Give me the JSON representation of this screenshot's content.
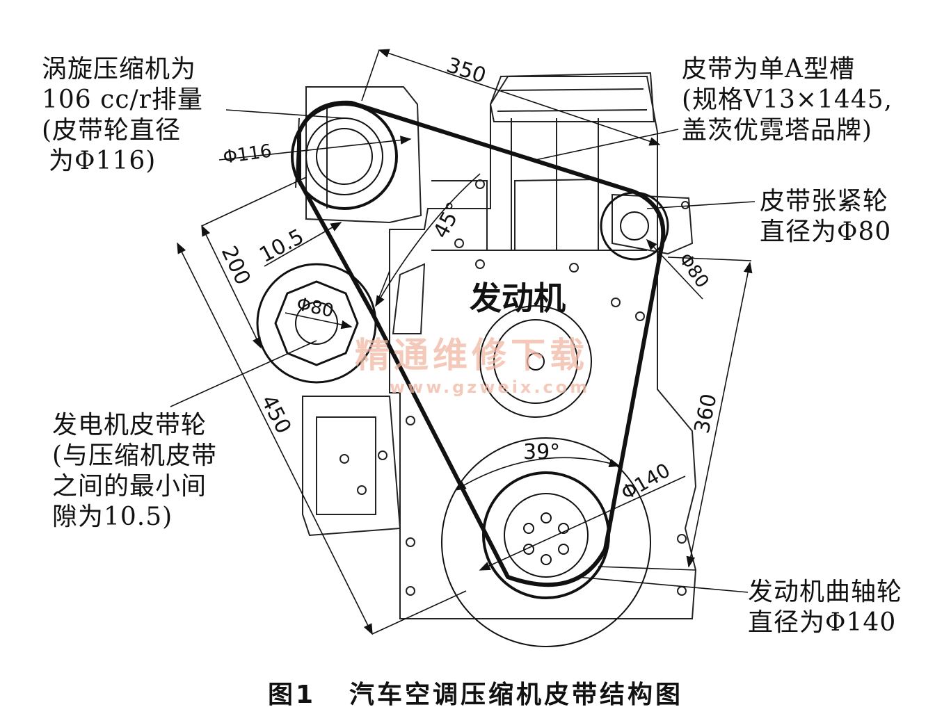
{
  "labels": {
    "compressor": [
      "涡旋压缩机为",
      "106 cc/r排量",
      "(皮带轮直径",
      "为Φ116)"
    ],
    "belt": [
      "皮带为单A型槽",
      "(规格V13×1445,",
      "盖茨优霓塔品牌)"
    ],
    "tensioner": [
      "皮带张紧轮",
      "直径为Φ80"
    ],
    "alternator": [
      "发电机皮带轮",
      "(与压缩机皮带",
      "之间的最小间",
      "隙为10.5)"
    ],
    "crank": [
      "发动机曲轴轮",
      "直径为Φ140"
    ],
    "engine": "发动机"
  },
  "dimensions": {
    "d350": "350",
    "d200": "200",
    "d450": "450",
    "d360": "360",
    "d10_5": "10.5",
    "angle45": "45°",
    "angle39": "39°",
    "phi116": "Φ116",
    "phi80_alt": "Φ80",
    "phi80_tens": "Φ80",
    "phi140": "Φ140"
  },
  "watermark": {
    "cn": "精通维修下载",
    "url": "www.gzweix.com",
    "color": "#f2b8a2"
  },
  "caption": {
    "number": "图1",
    "title": "汽车空调压缩机皮带结构图"
  }
}
